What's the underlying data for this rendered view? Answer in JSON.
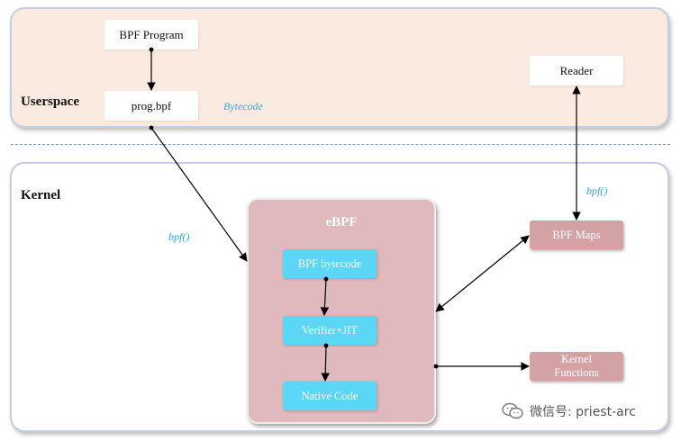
{
  "userspace": {
    "label": "Userspace",
    "bpf_program": "BPF Program",
    "prog_bpf": "prog.bpf",
    "bytecode_label": "Bytecode",
    "reader": "Reader"
  },
  "kernel": {
    "label": "Kernel",
    "ebpf_title": "eBPF",
    "bpf_bytecode": "BPF bytecode",
    "verifier_jit": "Verifier+JIT",
    "native_code": "Native Code",
    "bpf_maps": "BPF Maps",
    "kernel_functions": "Kernel Functions"
  },
  "syscall_left": "bpf()",
  "syscall_right": "bpf()",
  "watermark": "微信号: priest-arc",
  "colors": {
    "userspace_bg": "#faeadf",
    "ebpf_bg": "#dfb9bb",
    "cyan_box": "#5bd6f7",
    "rose_box": "#d4a2a5",
    "italic_label": "#2ea7de"
  }
}
